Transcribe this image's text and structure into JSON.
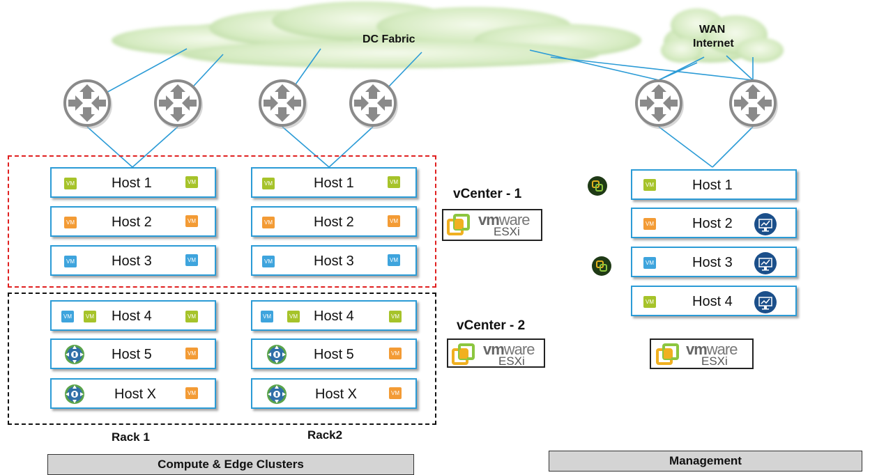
{
  "clouds": {
    "dc_fabric": "DC Fabric",
    "wan": "WAN\nInternet",
    "wan_line1": "WAN",
    "wan_line2": "Internet"
  },
  "vcenters": {
    "vc1": "vCenter - 1",
    "vc2": "vCenter - 2"
  },
  "esxi": {
    "vm": "vm",
    "ware": "ware",
    "product": "ESXi"
  },
  "racks": {
    "rack1": "Rack 1",
    "rack2": "Rack2"
  },
  "panels": {
    "compute": "Compute & Edge Clusters",
    "management": "Management"
  },
  "vm_badge": "VM",
  "compute_hosts": {
    "rack1": [
      "Host 1",
      "Host 2",
      "Host 3",
      "Host 4",
      "Host 5",
      "Host X"
    ],
    "rack2": [
      "Host 1",
      "Host 2",
      "Host 3",
      "Host 4",
      "Host 5",
      "Host X"
    ]
  },
  "management_hosts": [
    "Host 1",
    "Host 2",
    "Host 3",
    "Host 4"
  ],
  "colors": {
    "link": "#2b9bd6",
    "vm_green": "#a6c32a",
    "vm_orange": "#f39b35",
    "vm_blue": "#3ea4dd",
    "cluster_border": "#e02020",
    "edge_border": "#111111",
    "mgmt_icon": "#1b4f8a",
    "vcenter_icon": "#1f3a16"
  },
  "icons": [
    "router-icon",
    "vm-icon",
    "nsx-edge-icon",
    "vcenter-icon",
    "monitoring-icon",
    "vmware-esxi-logo"
  ]
}
